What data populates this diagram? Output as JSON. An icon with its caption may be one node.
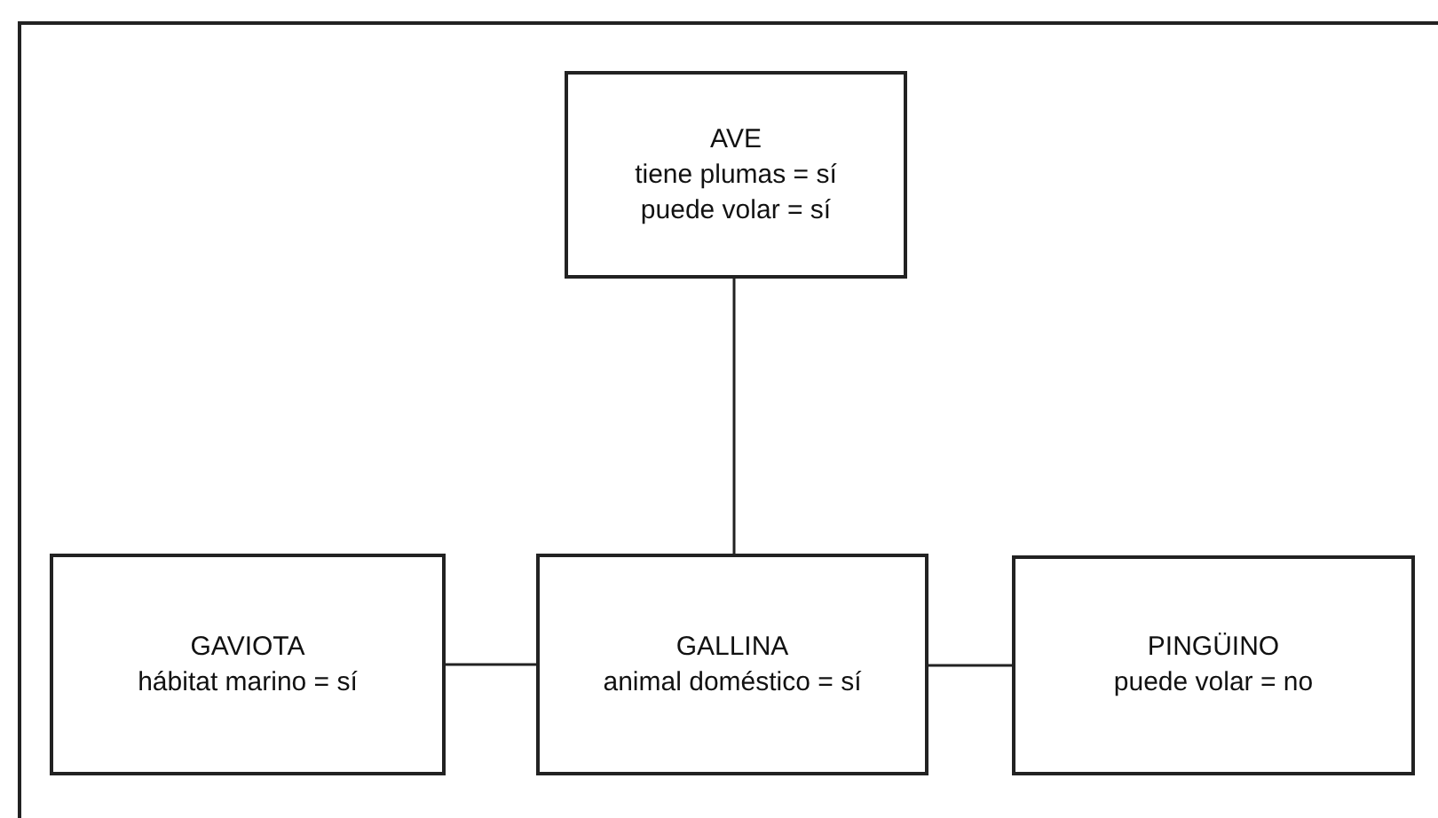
{
  "diagram": {
    "nodes": [
      {
        "text": [
          "AVE",
          "tiene plumas = sí puede volar = sí"
        ]
      },
      {
        "text": [
          "GAVIOTA",
          "hábitat marino = sí"
        ]
      },
      {
        "text": [
          "GALLINA",
          "animal doméstico = sí"
        ]
      },
      {
        "text": [
          "PINGÜINO",
          "puede volar = no"
        ]
      }
    ],
    "edges": [
      {
        "from": 0,
        "to": 2,
        "arrow": "none"
      },
      {
        "from": 1,
        "to": 2,
        "arrow": "none"
      },
      {
        "from": 2,
        "to": 3,
        "arrow": "none"
      }
    ]
  }
}
